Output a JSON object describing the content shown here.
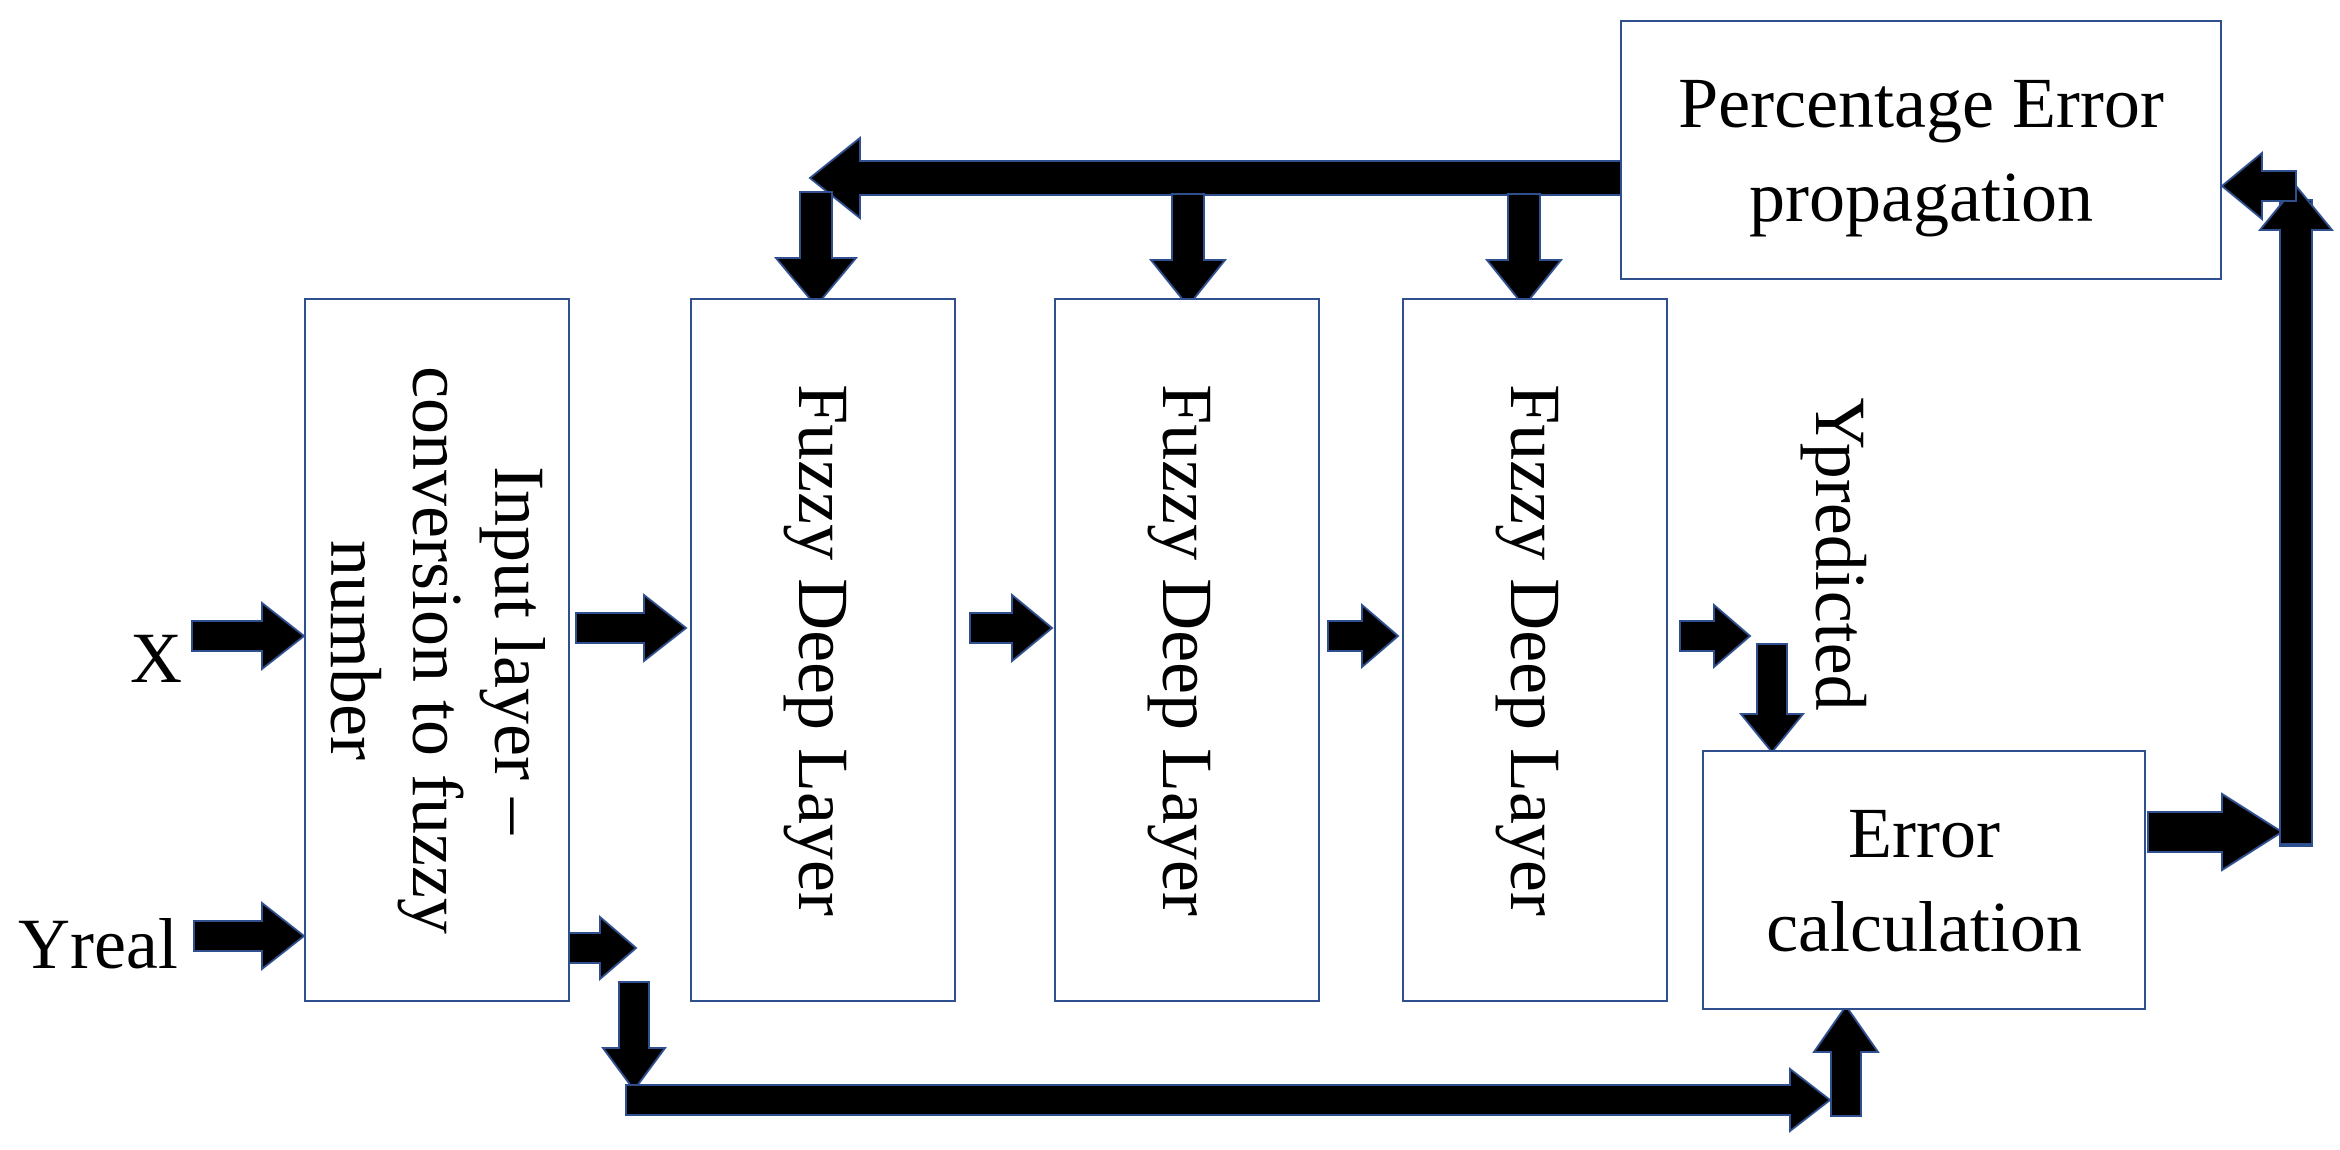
{
  "inputs": {
    "x_label": "X",
    "y_real_label": "Yreal"
  },
  "input_layer": {
    "line1": "Input layer –",
    "line2": "conversion to fuzzy",
    "line3": "number"
  },
  "fuzzy_layers": [
    {
      "label": "Fuzzy Deep Layer"
    },
    {
      "label": "Fuzzy Deep Layer"
    },
    {
      "label": "Fuzzy Deep Layer"
    }
  ],
  "output": {
    "y_predicted_label": "Ypredicted"
  },
  "error_calculation": {
    "line1": "Error",
    "line2": "calculation"
  },
  "error_propagation": {
    "line1": "Percentage Error",
    "line2": "propagation"
  },
  "colors": {
    "arrow": "#000000",
    "box_border": "#2f4f8f",
    "arrow_outline": "#2f4f8f"
  }
}
